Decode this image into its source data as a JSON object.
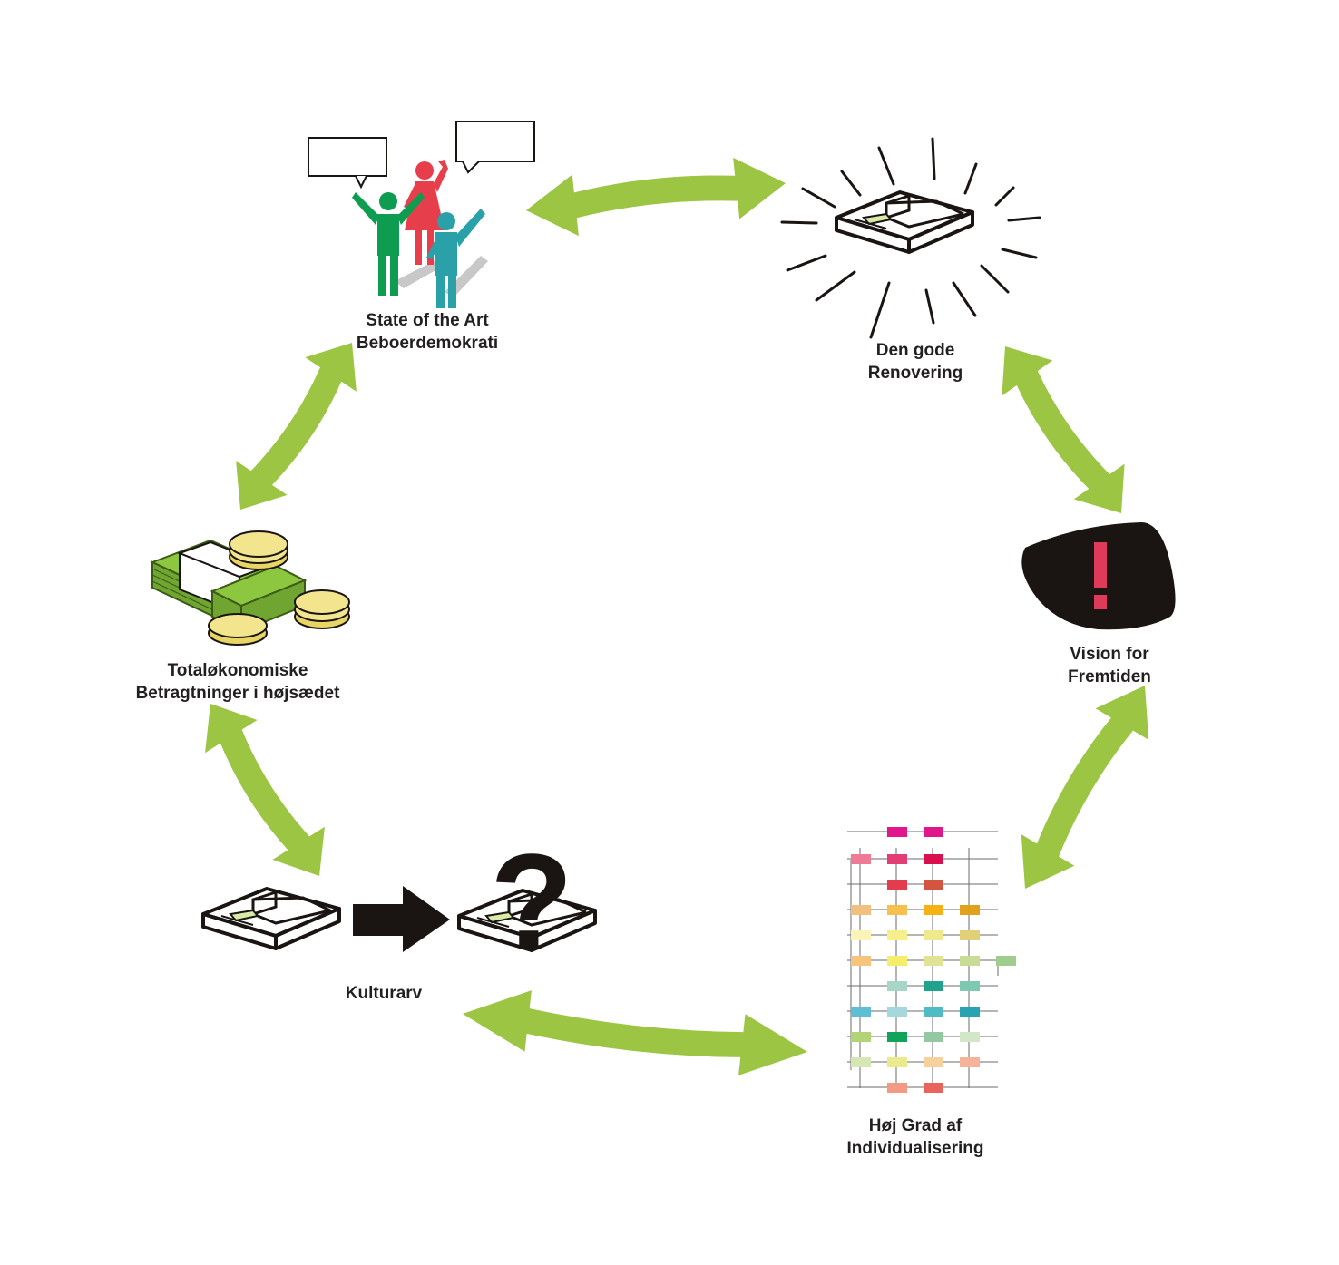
{
  "colors": {
    "arrow": "#9cc543",
    "text": "#231f20",
    "black": "#1a1512",
    "exclamation": "#e03a5a",
    "money_green": "#8dc63f",
    "coin": "#f3e58e",
    "person_green": "#0e9c50",
    "person_red": "#e63f4b",
    "person_teal": "#2aa0a8"
  },
  "nodes": {
    "democracy": {
      "line1": "State of the Art",
      "line2": "Beboerdemokrati",
      "icon": "people-speaking-icon"
    },
    "renovation": {
      "line1": "Den gode",
      "line2": "Renovering",
      "icon": "shining-building-icon"
    },
    "vision": {
      "line1": "Vision for",
      "line2": "Fremtiden",
      "icon": "exclamation-rock-icon"
    },
    "individual": {
      "line1": "Høj Grad af",
      "line2": "Individualisering",
      "icon": "org-chart-icon"
    },
    "heritage": {
      "line1": "Kulturarv",
      "icon": "building-question-icon"
    },
    "economy": {
      "line1": "Totaløkonomiske",
      "line2": "Betragtninger i højsædet",
      "icon": "money-coins-icon"
    }
  },
  "icons": {
    "question_mark": "?",
    "exclamation_mark": "!"
  }
}
